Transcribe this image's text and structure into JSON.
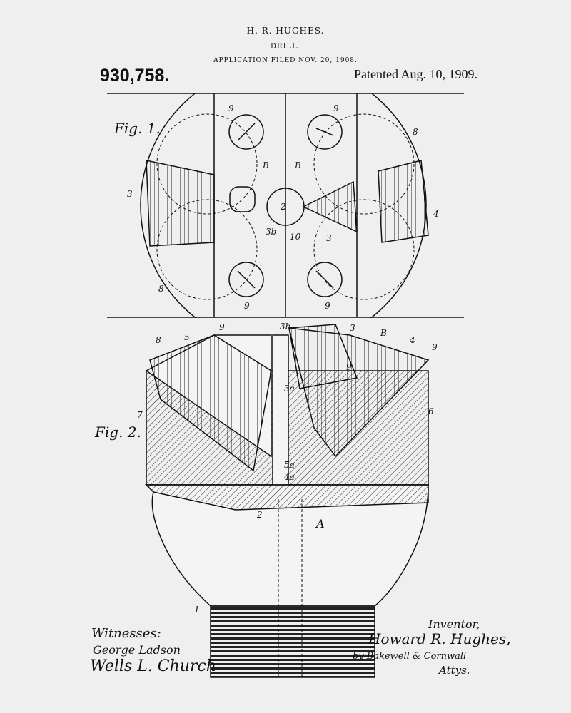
{
  "header": {
    "inventor_short": "H. R. HUGHES.",
    "title": "DRILL.",
    "application": "APPLICATION FILED NOV. 20, 1908.",
    "patent_number": "930,758.",
    "patented_date": "Patented Aug. 10, 1909."
  },
  "figures": {
    "fig1_label": "Fig. 1.",
    "fig2_label": "Fig. 2."
  },
  "fig1_labels": {
    "l3_left": "3",
    "l4": "4",
    "l8_top": "8",
    "l8_bottom": "8",
    "lB1": "B",
    "lB2": "B",
    "l9a": "9",
    "l9b": "9",
    "l9c": "9",
    "l9d": "9",
    "l2": "2",
    "l3b": "3b",
    "l10": "10",
    "l3c": "3"
  },
  "fig2_labels": {
    "l8": "8",
    "l5": "5",
    "l9a": "9",
    "l3b": "3b",
    "l3": "3",
    "lB": "B",
    "l4": "4",
    "l9b": "9",
    "l9c": "9",
    "l3a": "3a",
    "l7": "7",
    "l6": "6",
    "l5a": "5a",
    "l4a": "4a",
    "l2": "2",
    "lA": "A",
    "l1": "1"
  },
  "signatures": {
    "witnesses_label": "Witnesses:",
    "witness1": "George Ladson",
    "witness2": "Wells L. Church",
    "inventor_label": "Inventor,",
    "inventor_name": "Howard R. Hughes,",
    "attorneys": "by Bakewell & Cornwall",
    "attys_label": "Attys."
  },
  "colors": {
    "paper": "#efefef",
    "ink": "#111111"
  }
}
